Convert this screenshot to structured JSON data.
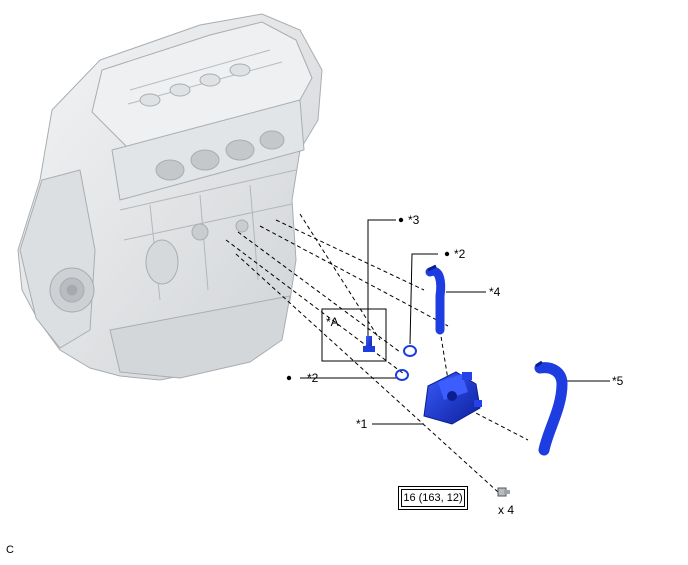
{
  "callouts": {
    "cooler": "*1",
    "ring_upper": "*2",
    "ring_lower": "*2",
    "union": "*3",
    "hose_upper": "*4",
    "hose_lower": "*5",
    "detail": "*A"
  },
  "torque": {
    "spec": "16 (163, 12)",
    "quantity": "x 4"
  },
  "corner_code": "C",
  "colors": {
    "part": "#1e3de0",
    "part_dark": "#0c1f8f",
    "engine": "#e6e8ea",
    "engine_shade": "#c7cacd",
    "leader": "#000000"
  }
}
